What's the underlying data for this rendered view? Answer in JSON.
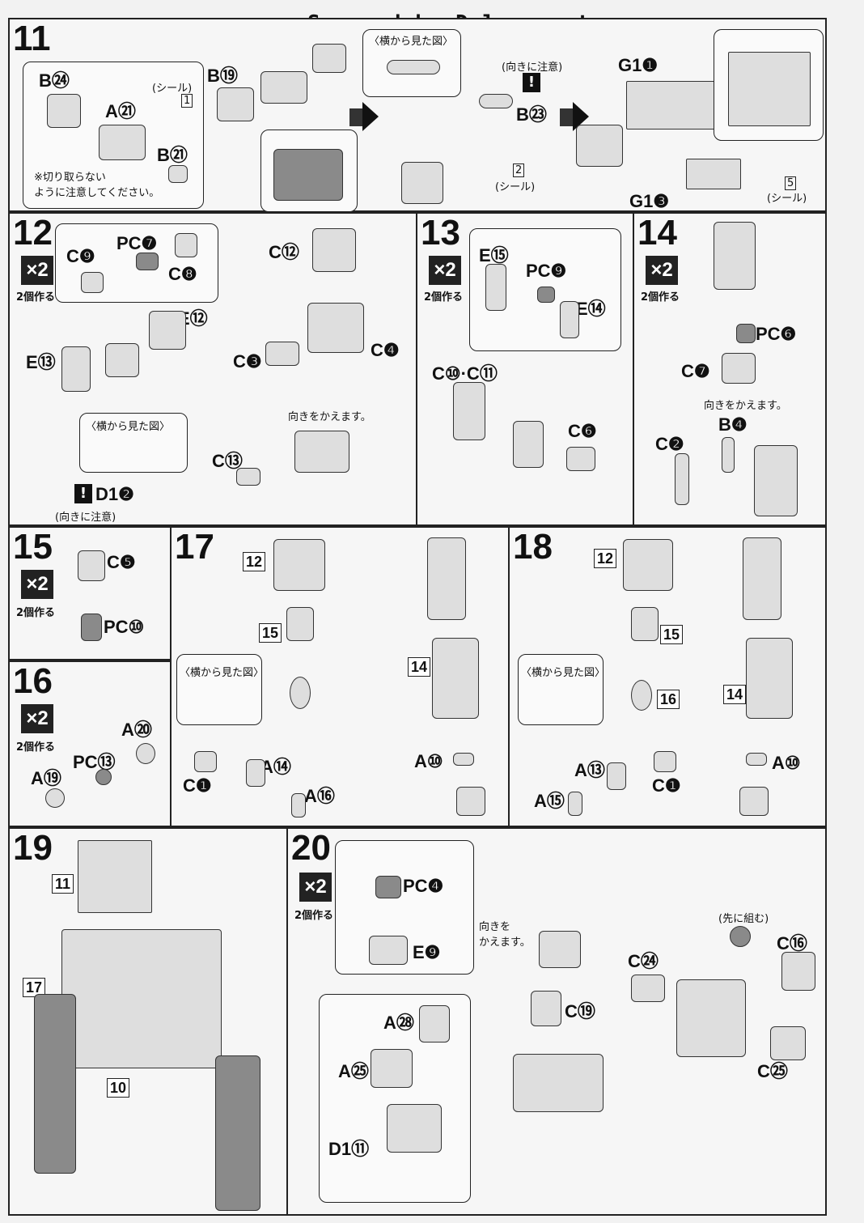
{
  "watermark": "Scanned by Dalong.net",
  "make_two": "2個作る",
  "x2": "×2",
  "side_view": "〈横から見た図〉",
  "seal": "(シール)",
  "direction_note": "(向きに注意)",
  "change_direction": "向きをかえます。",
  "change_direction_2": "向きを\nかえます。",
  "assemble_first": "(先に組む)",
  "cut_note": "※切り取らない\nように注意してください。",
  "steps": {
    "s11": {
      "no": "11",
      "labels": [
        "B㉔",
        "A㉑",
        "B㉑",
        "B⑲",
        "B㉓",
        "G1❶",
        "G1❸"
      ],
      "seals": [
        "1",
        "2",
        "5"
      ]
    },
    "s12": {
      "no": "12",
      "labels": [
        "PC❼",
        "C❾",
        "C❽",
        "E⑫",
        "E⑬",
        "C⑫",
        "C❸",
        "C❹",
        "C⑬",
        "D1❷"
      ]
    },
    "s13": {
      "no": "13",
      "labels": [
        "E⑮",
        "PC❾",
        "E⑭",
        "C⑩·C⑪",
        "C❻"
      ]
    },
    "s14": {
      "no": "14",
      "labels": [
        "PC❻",
        "C❼",
        "B❹",
        "C❷"
      ]
    },
    "s15": {
      "no": "15",
      "labels": [
        "C❺",
        "PC⑩"
      ]
    },
    "s16": {
      "no": "16",
      "labels": [
        "A⑳",
        "PC⑬",
        "A⑲"
      ]
    },
    "s17": {
      "no": "17",
      "labels": [
        "C❶",
        "A⑭",
        "A⑯",
        "A⑩"
      ],
      "refs": [
        "12",
        "15",
        "14"
      ]
    },
    "s18": {
      "no": "18",
      "labels": [
        "A⑬",
        "A⑮",
        "C❶",
        "A⑩"
      ],
      "refs": [
        "12",
        "15",
        "16",
        "14"
      ]
    },
    "s19": {
      "no": "19",
      "refs": [
        "11",
        "17",
        "10"
      ]
    },
    "s20": {
      "no": "20",
      "labels": [
        "PC❹",
        "E❾",
        "C⑲",
        "A㉘",
        "A㉕",
        "D1⑪",
        "C㉔",
        "C⑯",
        "C㉕"
      ]
    }
  }
}
